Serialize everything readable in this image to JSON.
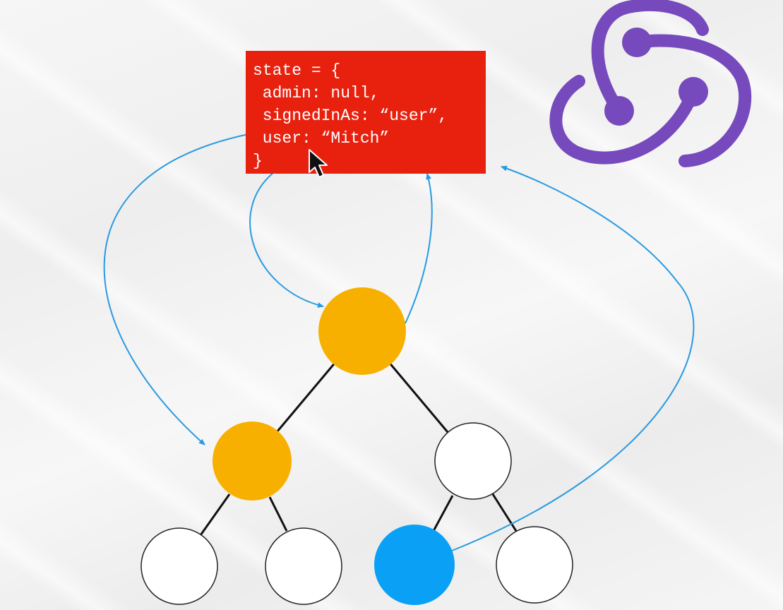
{
  "state_box": {
    "lines": [
      "state = {",
      " admin: null,",
      " signedInAs: “user”,",
      " user: “Mitch”",
      "}"
    ],
    "color": "#e8210f"
  },
  "logo": {
    "icon": "redux-logo-icon",
    "color": "#764abc"
  },
  "tree": {
    "nodes": [
      {
        "id": "root",
        "fill": "filled",
        "color": "#f8b000"
      },
      {
        "id": "left-child",
        "fill": "filled",
        "color": "#f8b000"
      },
      {
        "id": "right-child",
        "fill": "empty"
      },
      {
        "id": "left-left-leaf",
        "fill": "empty"
      },
      {
        "id": "left-right-leaf",
        "fill": "empty"
      },
      {
        "id": "right-left-leaf",
        "fill": "filled",
        "color": "#0aa0f5"
      },
      {
        "id": "right-right-leaf",
        "fill": "empty"
      }
    ],
    "edge_color": "#111111"
  },
  "arrows": {
    "color": "#2a9ae0",
    "flows": [
      {
        "from": "state",
        "to": "left-child"
      },
      {
        "from": "state",
        "to": "root"
      },
      {
        "from": "root",
        "to": "state"
      },
      {
        "from": "right-left-leaf",
        "to": "state"
      }
    ]
  }
}
